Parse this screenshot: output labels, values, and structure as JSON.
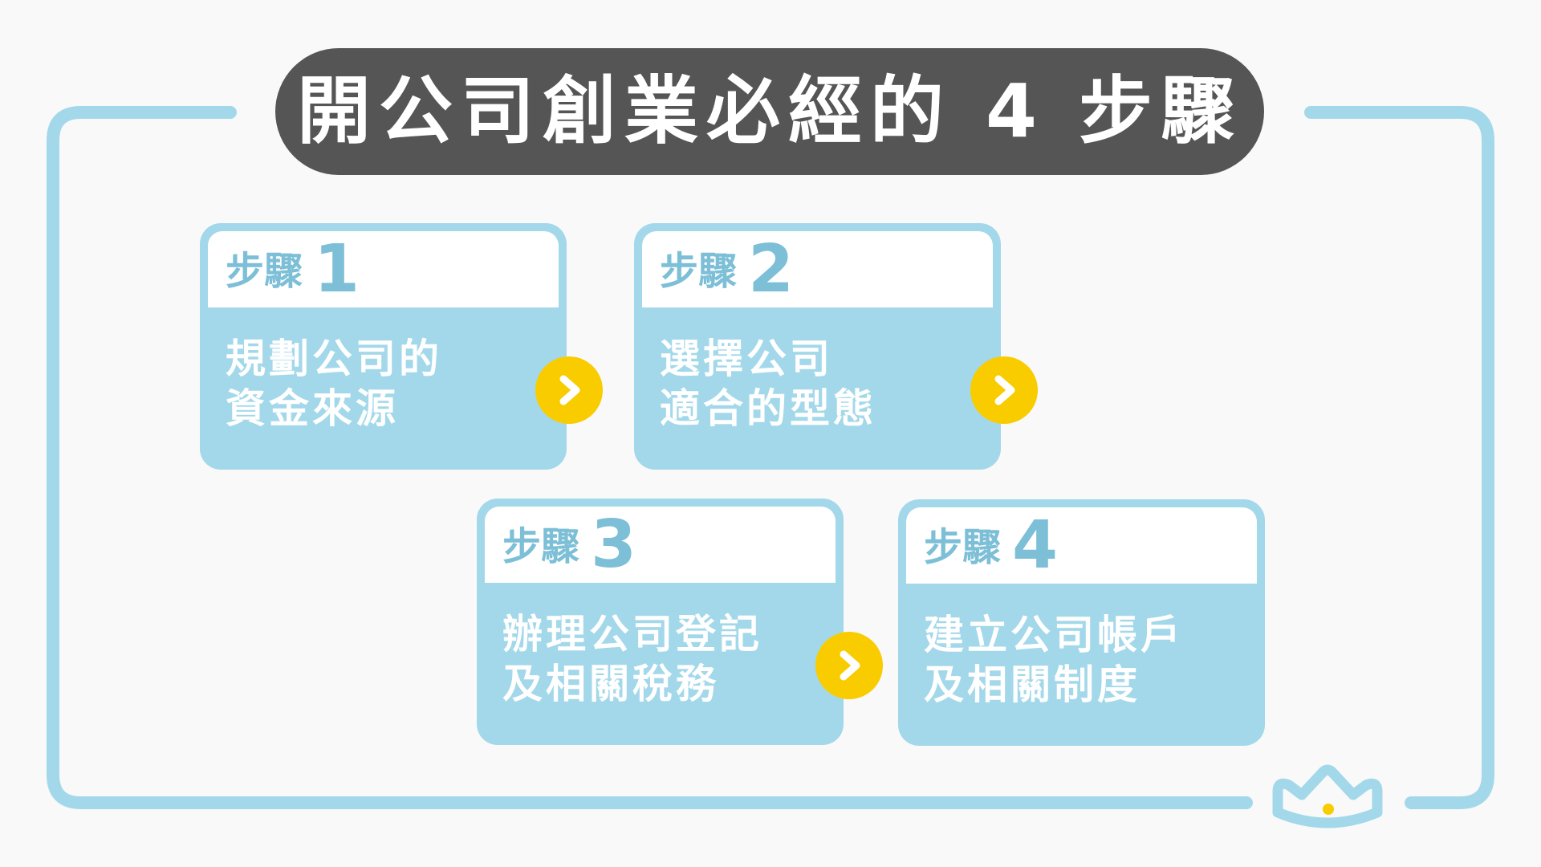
{
  "title": "開公司創業必經的 4 步驟",
  "colors": {
    "background": "#f9f9f9",
    "frame": "#a3d8ea",
    "title_pill": "#555555",
    "title_text": "#ffffff",
    "card_body": "#a3d8ea",
    "card_header": "#ffffff",
    "step_label": "#7dbfd7",
    "arrow": "#f9cc00"
  },
  "steps": [
    {
      "label": "步驟",
      "number": "1",
      "lines": [
        "規劃公司的",
        "資金來源"
      ],
      "has_arrow": true
    },
    {
      "label": "步驟",
      "number": "2",
      "lines": [
        "選擇公司",
        "適合的型態"
      ],
      "has_arrow": true
    },
    {
      "label": "步驟",
      "number": "3",
      "lines": [
        "辦理公司登記",
        "及相關稅務"
      ],
      "has_arrow": true
    },
    {
      "label": "步驟",
      "number": "4",
      "lines": [
        "建立公司帳戶",
        "及相關制度"
      ],
      "has_arrow": false
    }
  ],
  "icons": {
    "arrow": "chevron-right-icon",
    "footer": "crown-icon"
  }
}
